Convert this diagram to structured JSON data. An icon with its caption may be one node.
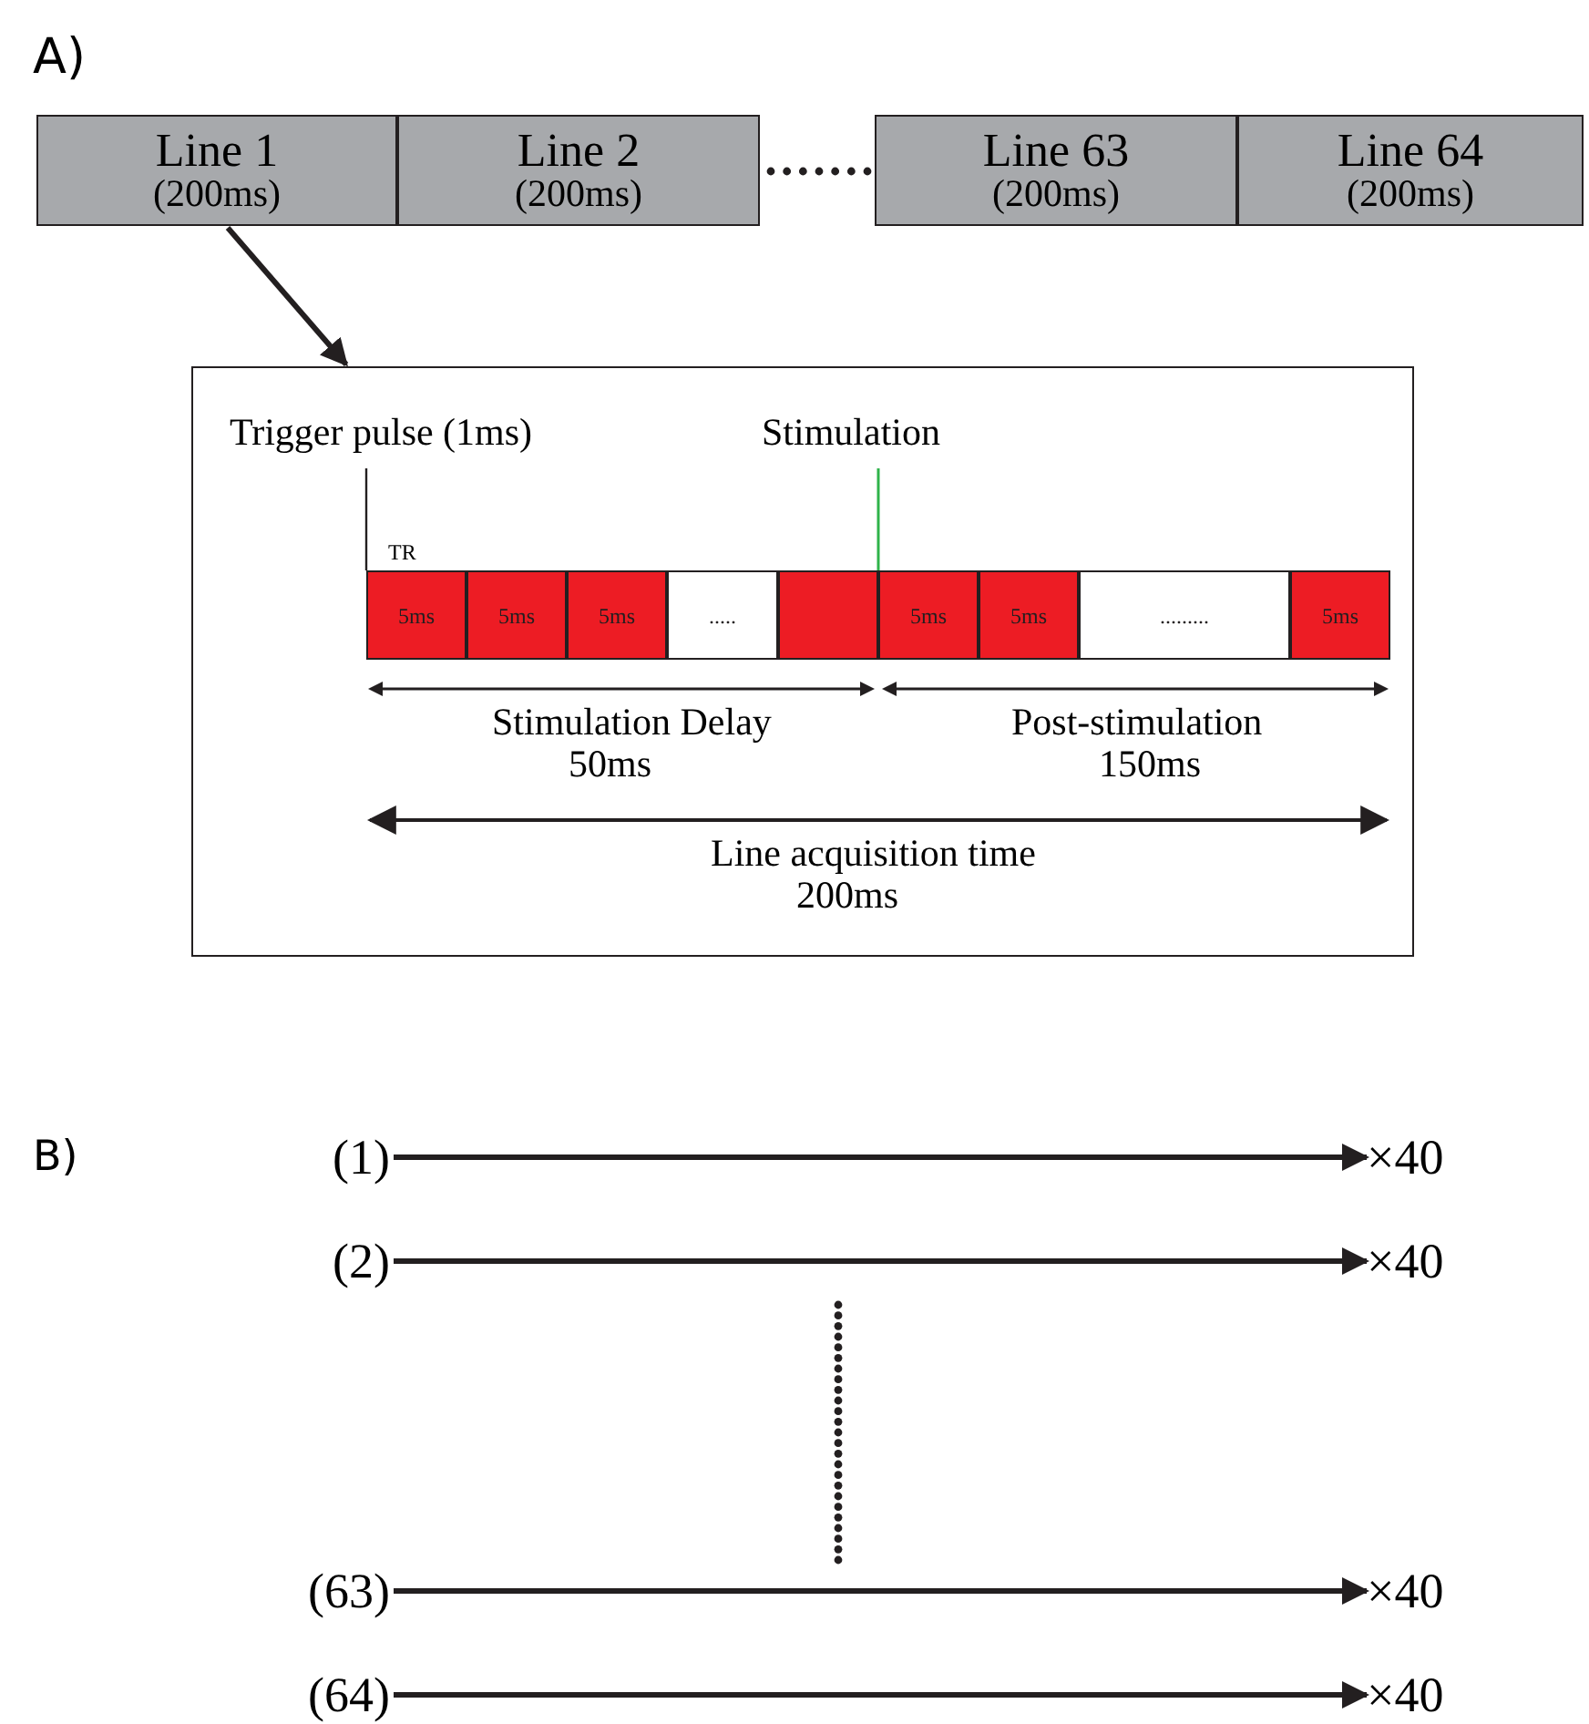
{
  "diagram": {
    "nodes": [
      {
        "text": [
          "Line 1",
          "(200ms)"
        ]
      },
      {
        "text": [
          "Line 2",
          "(200ms)"
        ]
      },
      {
        "text": [
          "Line 63",
          "(200ms)"
        ]
      },
      {
        "text": [
          "Line 64",
          "(200ms)"
        ]
      },
      {
        "text": [],
        "shape": "box"
      },
      {
        "text": [
          "5ms"
        ],
        "in": 4
      },
      {
        "text": [
          "5ms"
        ],
        "in": 4
      },
      {
        "text": [
          "5ms"
        ],
        "in": 4
      },
      {
        "text": [
          "....."
        ],
        "in": 4
      },
      {
        "text": [],
        "shape": "box",
        "in": 4
      },
      {
        "text": [
          "5ms"
        ],
        "in": 4
      },
      {
        "text": [
          "5ms"
        ],
        "in": 4
      },
      {
        "text": [
          "........."
        ],
        "in": 4
      },
      {
        "text": [
          "5ms"
        ],
        "in": 4
      },
      {
        "text": [
          "(1)"
        ]
      },
      {
        "text": [
          "×40"
        ]
      },
      {
        "text": [
          "(2)"
        ]
      },
      {
        "text": [
          "×40"
        ]
      },
      {
        "text": [
          "(63)"
        ]
      },
      {
        "text": [
          "×40"
        ]
      },
      {
        "text": [
          "(64)"
        ]
      },
      {
        "text": [
          "×40"
        ]
      }
    ],
    "edges": [
      {
        "from": 0,
        "to": 4,
        "arrow": "to"
      },
      {
        "from": 14,
        "to": 15,
        "arrow": "to"
      },
      {
        "from": 16,
        "to": 17,
        "arrow": "to"
      },
      {
        "from": 18,
        "to": 19,
        "arrow": "to"
      },
      {
        "from": 20,
        "to": 21,
        "arrow": "to"
      }
    ],
    "labels": [
      "A)",
      "Trigger pulse (1ms)",
      "Stimulation",
      "TR",
      "Stimulation Delay",
      "50ms",
      "Post-stimulation",
      "150ms",
      "Line acquisition time",
      "200ms",
      "B)"
    ]
  }
}
